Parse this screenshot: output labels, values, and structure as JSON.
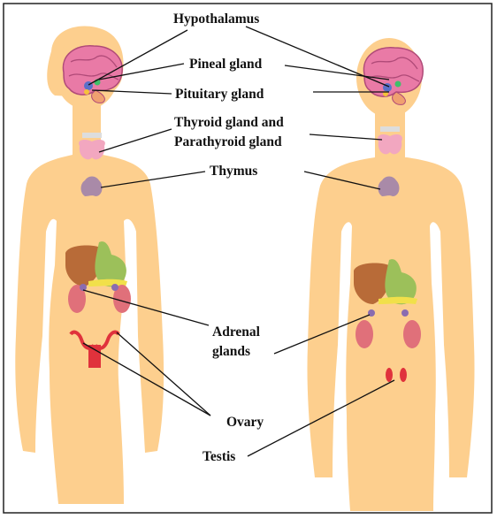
{
  "labels": {
    "hypothalamus": "Hypothalamus",
    "pineal": "Pineal gland",
    "pituitary": "Pituitary gland",
    "thyroid_line1": "Thyroid gland and",
    "thyroid_line2": "Parathyroid gland",
    "thymus": "Thymus",
    "adrenal_line1": "Adrenal",
    "adrenal_line2": "glands",
    "ovary": "Ovary",
    "testis": "Testis"
  },
  "colors": {
    "skin": "#fdcf8e",
    "brain": "#e97aa6",
    "brain_dark": "#b04a78",
    "liver": "#b86b38",
    "stomach": "#9cc05a",
    "kidney": "#e0707a",
    "thyroid": "#f2a7c0",
    "thymus": "#a98aa8",
    "reproductive": "#e0323c",
    "adrenal": "#8a6cb0",
    "pancreas": "#f1e04a",
    "line": "#111111",
    "border": "#222222"
  }
}
